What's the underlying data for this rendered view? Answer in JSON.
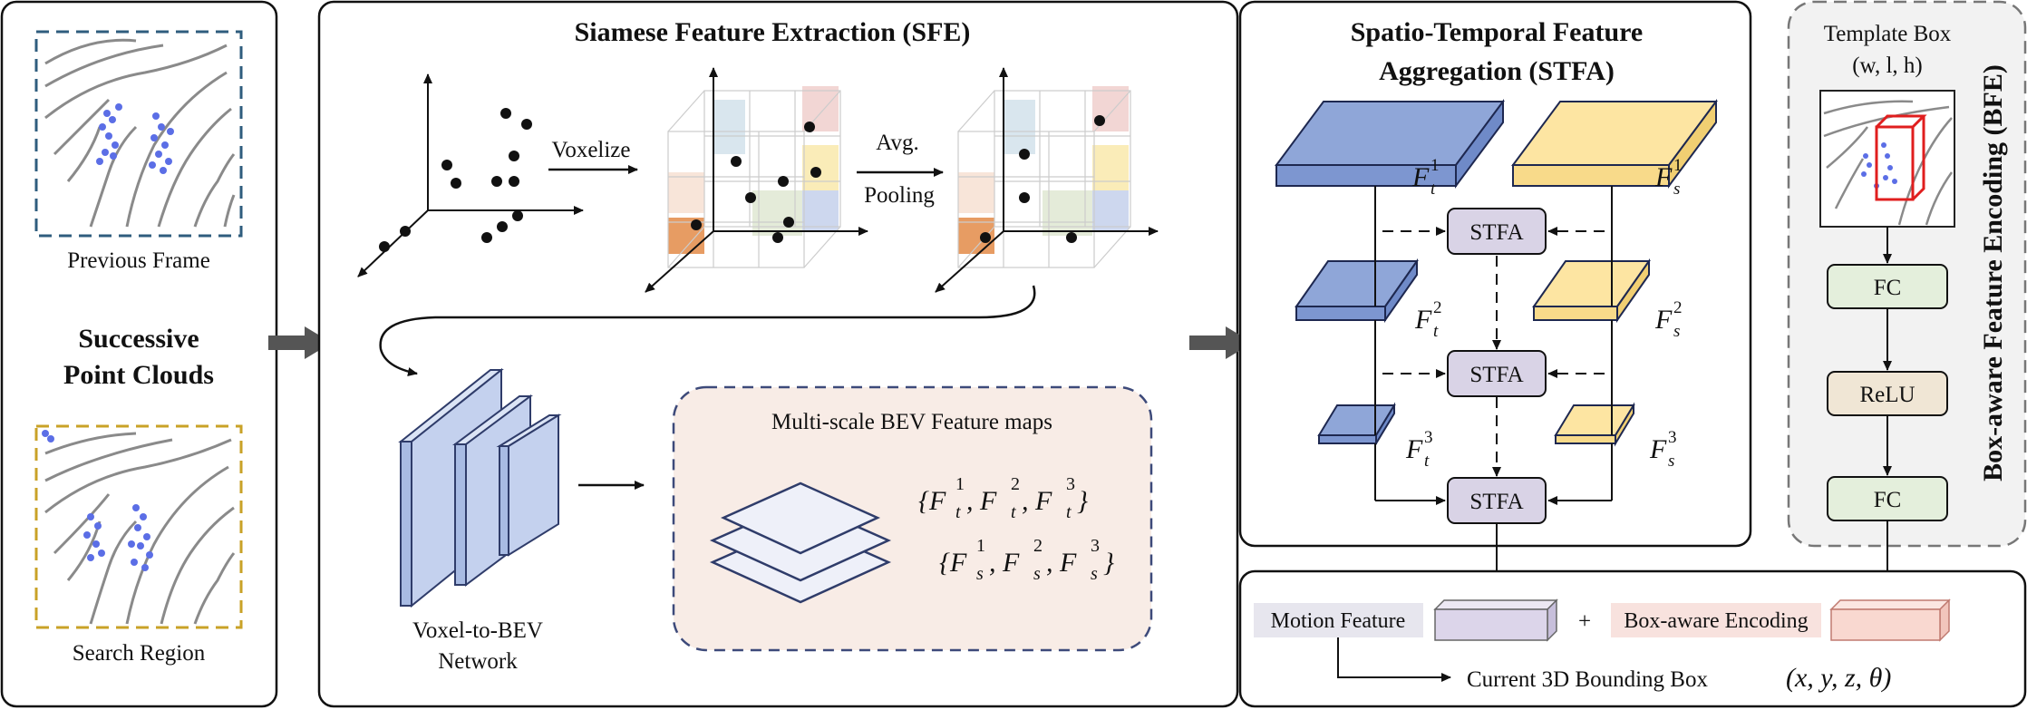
{
  "colors": {
    "blue": "#8fa6d8",
    "blue_dark": "#6f8ac8",
    "yellow": "#fde5a2",
    "stfa_fill": "#d9d3e6",
    "fc_fill": "#e4efdc",
    "relu_fill": "#f0e6d5",
    "bev_bg": "#f8ece6",
    "point_blue": "#5b6ee6",
    "voxel_orange": "#e79c63"
  },
  "left_panel": {
    "previous_frame": "Previous Frame",
    "search_region": "Search Region",
    "successive_line1": "Successive",
    "successive_line2": "Point Clouds"
  },
  "sfe": {
    "title": "Siamese Feature Extraction (SFE)",
    "voxelize": "Voxelize",
    "avg": "Avg.",
    "pooling": "Pooling",
    "network_line1": "Voxel-to-BEV",
    "network_line2": "Network",
    "bev_title": "Multi-scale BEV Feature maps",
    "ft_set": "{F",
    "fs_set": "{F"
  },
  "stfa": {
    "title_line1": "Spatio-Temporal Feature",
    "title_line2": "Aggregation (STFA)",
    "block_label": "STFA",
    "ft1": "F",
    "fs1": "F"
  },
  "bfe": {
    "template_line1": "Template Box",
    "template_line2": "(w, l, h)",
    "fc1": "FC",
    "relu": "ReLU",
    "fc2": "FC",
    "vertical_title": "Box-aware Feature Encoding (BFE)"
  },
  "output": {
    "motion_feature": "Motion Feature",
    "plus": "+",
    "box_aware_encoding": "Box-aware Encoding",
    "result_text": "Current 3D Bounding Box",
    "result_math": "(x, y, z, θ)"
  }
}
